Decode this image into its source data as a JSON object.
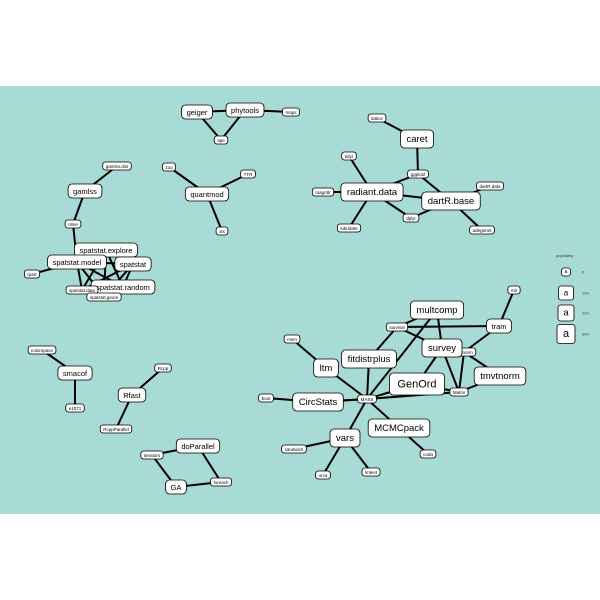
{
  "legend": {
    "title": "popularity",
    "keys": [
      {
        "glyph": "a",
        "label": "0"
      },
      {
        "glyph": "a",
        "label": "100"
      },
      {
        "glyph": "a",
        "label": "200"
      },
      {
        "glyph": "a",
        "label": "300"
      }
    ]
  },
  "nodes": [
    {
      "id": "geiger",
      "label": "geiger",
      "size": "sm"
    },
    {
      "id": "phytools",
      "label": "phytools",
      "size": "sm"
    },
    {
      "id": "maps",
      "label": "maps",
      "size": "xs"
    },
    {
      "id": "ape",
      "label": "ape",
      "size": "xs"
    },
    {
      "id": "lattice",
      "label": "lattice",
      "size": "xs"
    },
    {
      "id": "caret",
      "label": "caret",
      "size": "md"
    },
    {
      "id": "tidyr",
      "label": "tidyr",
      "size": "xs"
    },
    {
      "id": "ggplot2",
      "label": "ggplot2",
      "size": "xs"
    },
    {
      "id": "magrittr",
      "label": "magrittr",
      "size": "xs"
    },
    {
      "id": "radiant.data",
      "label": "radiant.data",
      "size": "md"
    },
    {
      "id": "dartR.data",
      "label": "dartR.data",
      "size": "xs"
    },
    {
      "id": "dartR.base",
      "label": "dartR.base",
      "size": "md"
    },
    {
      "id": "lubridate",
      "label": "lubridate",
      "size": "xs"
    },
    {
      "id": "dplyr",
      "label": "dplyr",
      "size": "xs"
    },
    {
      "id": "adegenet",
      "label": "adegenet",
      "size": "xs"
    },
    {
      "id": "gamlss.dist",
      "label": "gamlss.dist",
      "size": "xs"
    },
    {
      "id": "gamlss",
      "label": "gamlss",
      "size": "sm"
    },
    {
      "id": "nlme",
      "label": "nlme",
      "size": "xs"
    },
    {
      "id": "zoo",
      "label": "zoo",
      "size": "xs"
    },
    {
      "id": "TTR",
      "label": "TTR",
      "size": "xs"
    },
    {
      "id": "quantmod",
      "label": "quantmod",
      "size": "sm"
    },
    {
      "id": "xts",
      "label": "xts",
      "size": "xs"
    },
    {
      "id": "spatstat.explore",
      "label": "spatstat.explore",
      "size": "sm"
    },
    {
      "id": "spatstat.model",
      "label": "spatstat.model",
      "size": "sm"
    },
    {
      "id": "spatstat",
      "label": "spatstat",
      "size": "sm"
    },
    {
      "id": "spatstat.random",
      "label": "spatstat.random",
      "size": "sm"
    },
    {
      "id": "spatstat.data",
      "label": "spatstat.data",
      "size": "xs"
    },
    {
      "id": "spatstat.geom",
      "label": "spatstat.geom",
      "size": "xs"
    },
    {
      "id": "rpart",
      "label": "rpart",
      "size": "xs"
    },
    {
      "id": "mlr",
      "label": "mlr",
      "size": "xs"
    },
    {
      "id": "multcomp",
      "label": "multcomp",
      "size": "md"
    },
    {
      "id": "tram",
      "label": "tram",
      "size": "sm"
    },
    {
      "id": "survival",
      "label": "survival",
      "size": "xs"
    },
    {
      "id": "mvtnorm",
      "label": "mvtnorm",
      "size": "xs"
    },
    {
      "id": "survey",
      "label": "survey",
      "size": "md"
    },
    {
      "id": "fitdistrplus",
      "label": "fitdistrplus",
      "size": "md"
    },
    {
      "id": "ltm",
      "label": "ltm",
      "size": "md"
    },
    {
      "id": "msm",
      "label": "msm",
      "size": "xs"
    },
    {
      "id": "GenOrd",
      "label": "GenOrd",
      "size": "lg"
    },
    {
      "id": "tmvtnorm",
      "label": "tmvtnorm",
      "size": "md"
    },
    {
      "id": "Matrix",
      "label": "Matrix",
      "size": "xs"
    },
    {
      "id": "MASS",
      "label": "MASS",
      "size": "xs"
    },
    {
      "id": "boot",
      "label": "boot",
      "size": "xs"
    },
    {
      "id": "CircStats",
      "label": "CircStats",
      "size": "md"
    },
    {
      "id": "MCMCpack",
      "label": "MCMCpack",
      "size": "md"
    },
    {
      "id": "vars",
      "label": "vars",
      "size": "md"
    },
    {
      "id": "sandwich",
      "label": "sandwich",
      "size": "xs"
    },
    {
      "id": "strucchange",
      "label": "strucchange",
      "size": "xs"
    },
    {
      "id": "urca",
      "label": "urca",
      "size": "xs"
    },
    {
      "id": "lmtest",
      "label": "lmtest",
      "size": "xs"
    },
    {
      "id": "coda",
      "label": "coda",
      "size": "xs"
    },
    {
      "id": "colorspace",
      "label": "colorspace",
      "size": "xs"
    },
    {
      "id": "smacof",
      "label": "smacof",
      "size": "sm"
    },
    {
      "id": "e1071",
      "label": "e1071",
      "size": "xs"
    },
    {
      "id": "Rfast",
      "label": "Rfast",
      "size": "sm"
    },
    {
      "id": "Rcpp",
      "label": "Rcpp",
      "size": "xs"
    },
    {
      "id": "RcppParallel",
      "label": "RcppParallel",
      "size": "xs"
    },
    {
      "id": "doParallel",
      "label": "doParallel",
      "size": "sm"
    },
    {
      "id": "iterators",
      "label": "iterators",
      "size": "xs"
    },
    {
      "id": "GA",
      "label": "GA",
      "size": "sm"
    },
    {
      "id": "foreach",
      "label": "foreach",
      "size": "xs"
    }
  ],
  "edges": [
    [
      "geiger",
      "phytools"
    ],
    [
      "phytools",
      "maps"
    ],
    [
      "geiger",
      "ape"
    ],
    [
      "phytools",
      "ape"
    ],
    [
      "lattice",
      "caret"
    ],
    [
      "caret",
      "ggplot2"
    ],
    [
      "tidyr",
      "radiant.data"
    ],
    [
      "magrittr",
      "radiant.data"
    ],
    [
      "ggplot2",
      "radiant.data"
    ],
    [
      "radiant.data",
      "lubridate"
    ],
    [
      "radiant.data",
      "dplyr"
    ],
    [
      "radiant.data",
      "dartR.base"
    ],
    [
      "ggplot2",
      "dartR.base"
    ],
    [
      "dartR.data",
      "dartR.base"
    ],
    [
      "dplyr",
      "dartR.base"
    ],
    [
      "dartR.base",
      "adegenet"
    ],
    [
      "gamlss.dist",
      "gamlss"
    ],
    [
      "gamlss",
      "nlme"
    ],
    [
      "nlme",
      "spatstat.model"
    ],
    [
      "zoo",
      "quantmod"
    ],
    [
      "TTR",
      "quantmod"
    ],
    [
      "quantmod",
      "xts"
    ],
    [
      "spatstat.model",
      "rpart"
    ],
    [
      "spatstat.model",
      "spatstat.explore"
    ],
    [
      "spatstat.model",
      "spatstat"
    ],
    [
      "spatstat.model",
      "spatstat.random"
    ],
    [
      "spatstat.model",
      "spatstat.data"
    ],
    [
      "spatstat.model",
      "spatstat.geom"
    ],
    [
      "spatstat.explore",
      "spatstat"
    ],
    [
      "spatstat.explore",
      "spatstat.data"
    ],
    [
      "spatstat.explore",
      "spatstat.geom"
    ],
    [
      "spatstat.explore",
      "spatstat.random"
    ],
    [
      "spatstat",
      "spatstat.random"
    ],
    [
      "spatstat",
      "spatstat.data"
    ],
    [
      "spatstat",
      "spatstat.geom"
    ],
    [
      "spatstat.random",
      "spatstat.data"
    ],
    [
      "spatstat.random",
      "spatstat.geom"
    ],
    [
      "spatstat.data",
      "spatstat.geom"
    ],
    [
      "mlr",
      "tram"
    ],
    [
      "multcomp",
      "survival"
    ],
    [
      "multcomp",
      "survey"
    ],
    [
      "multcomp",
      "MASS"
    ],
    [
      "survival",
      "tram"
    ],
    [
      "survival",
      "survey"
    ],
    [
      "tram",
      "mvtnorm"
    ],
    [
      "survey",
      "mvtnorm"
    ],
    [
      "survey",
      "GenOrd"
    ],
    [
      "survey",
      "Matrix"
    ],
    [
      "mvtnorm",
      "tmvtnorm"
    ],
    [
      "mvtnorm",
      "Matrix"
    ],
    [
      "tmvtnorm",
      "Matrix"
    ],
    [
      "GenOrd",
      "Matrix"
    ],
    [
      "GenOrd",
      "MASS"
    ],
    [
      "msm",
      "ltm"
    ],
    [
      "ltm",
      "MASS"
    ],
    [
      "fitdistrplus",
      "MASS"
    ],
    [
      "fitdistrplus",
      "survival"
    ],
    [
      "MASS",
      "CircStats"
    ],
    [
      "MASS",
      "MCMCpack"
    ],
    [
      "MASS",
      "vars"
    ],
    [
      "MASS",
      "Matrix"
    ],
    [
      "boot",
      "CircStats"
    ],
    [
      "vars",
      "sandwich"
    ],
    [
      "vars",
      "urca"
    ],
    [
      "vars",
      "lmtest"
    ],
    [
      "MCMCpack",
      "coda"
    ],
    [
      "CircStats",
      "MASS"
    ],
    [
      "colorspace",
      "smacof"
    ],
    [
      "smacof",
      "e1071"
    ],
    [
      "Rcpp",
      "Rfast"
    ],
    [
      "Rfast",
      "RcppParallel"
    ],
    [
      "doParallel",
      "iterators"
    ],
    [
      "doParallel",
      "foreach"
    ],
    [
      "iterators",
      "GA"
    ],
    [
      "GA",
      "foreach"
    ]
  ]
}
